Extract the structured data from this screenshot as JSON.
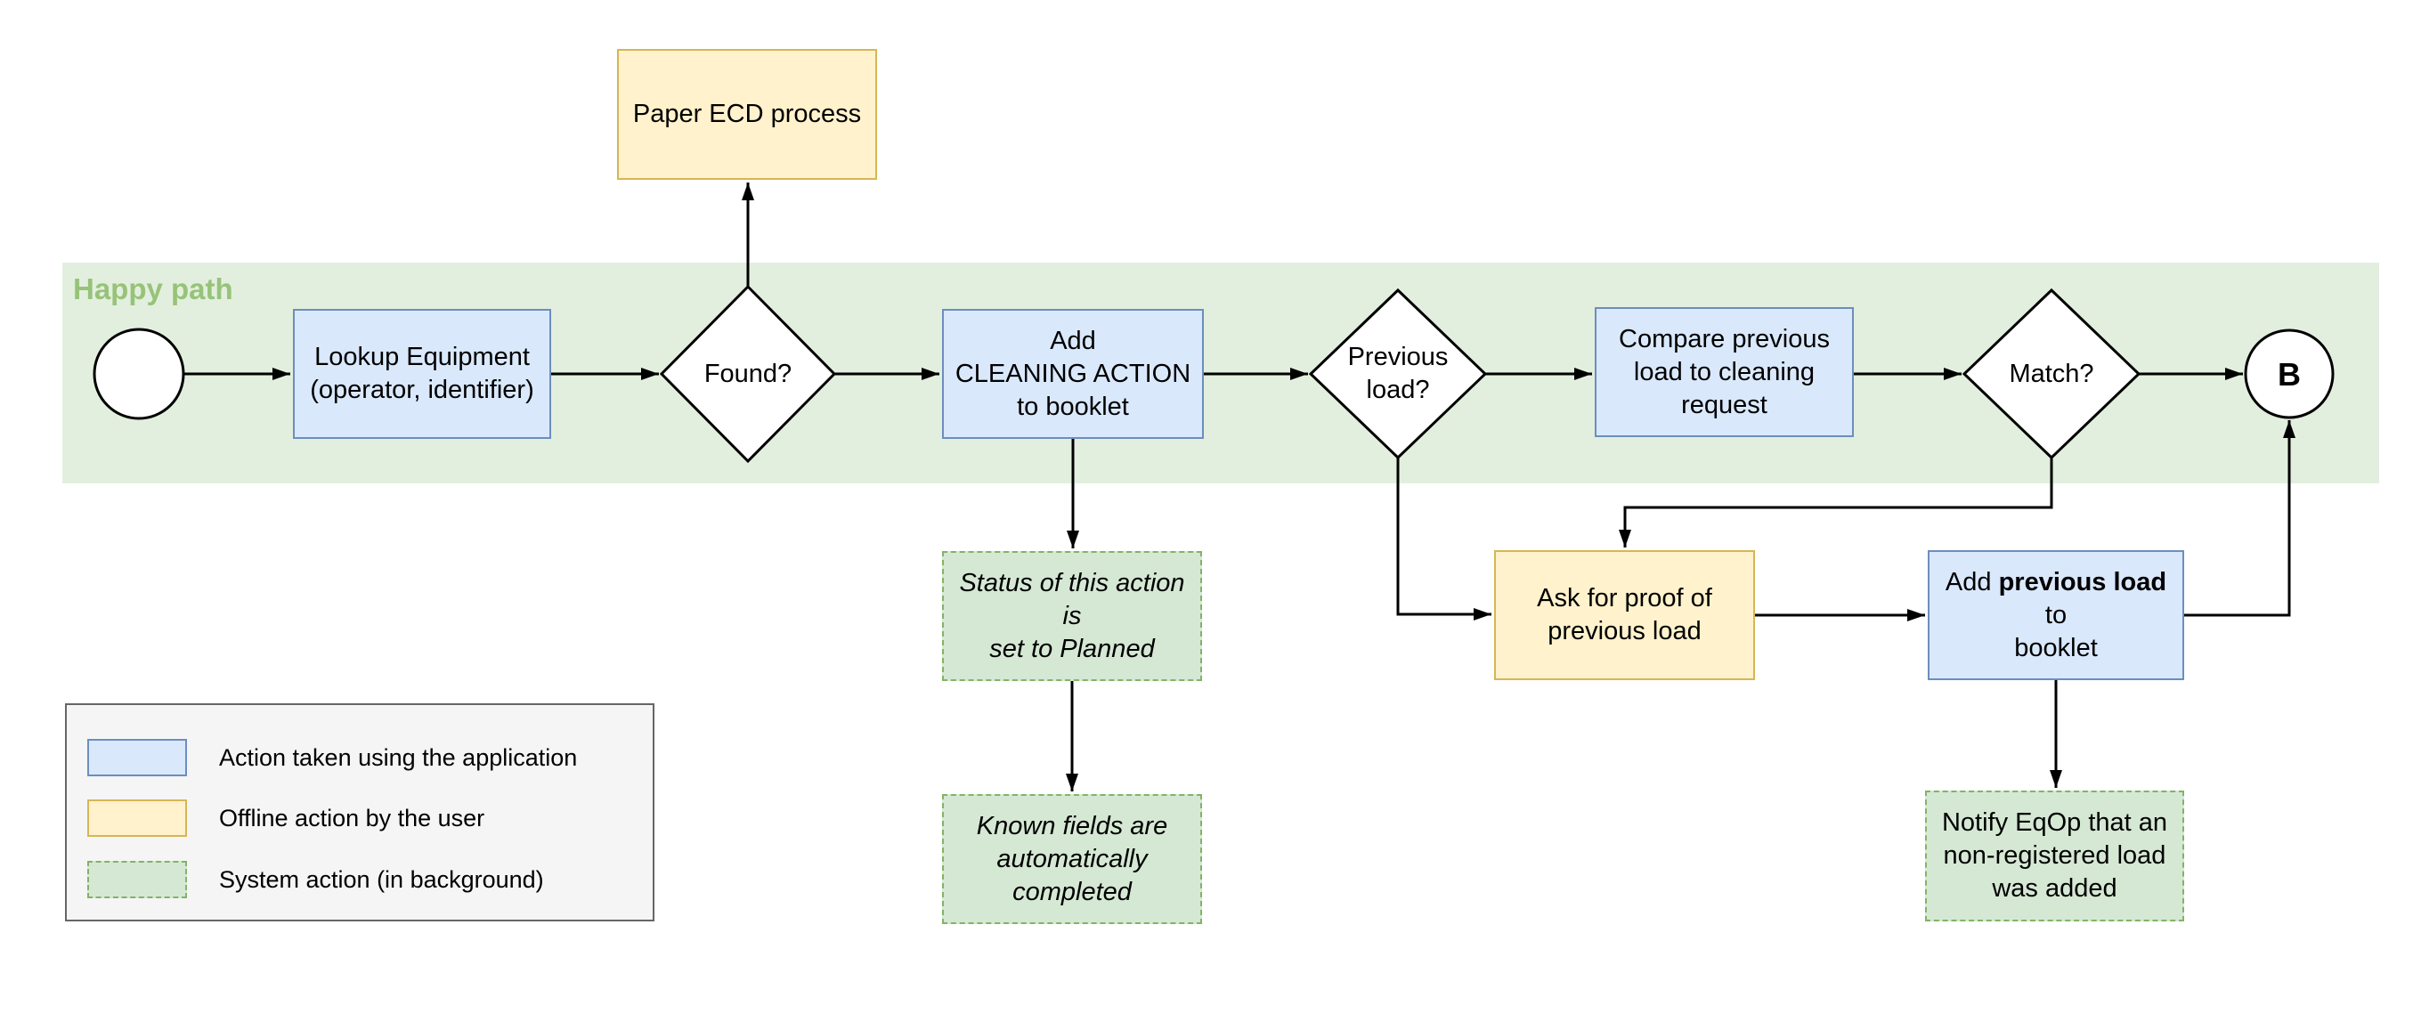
{
  "happy_path": {
    "label": "Happy path"
  },
  "nodes": {
    "start": {
      "label": ""
    },
    "lookup": {
      "label": "Lookup Equipment\n(operator, identifier)"
    },
    "found": {
      "label": "Found?"
    },
    "paper_ecd": {
      "label": "Paper ECD process"
    },
    "add_cleaning": {
      "label": "Add\nCLEANING ACTION\nto booklet"
    },
    "previous_load": {
      "label": "Previous\nload?"
    },
    "compare": {
      "label": "Compare previous\nload to cleaning\nrequest"
    },
    "match": {
      "label": "Match?"
    },
    "end_b": {
      "label": "B"
    },
    "status_planned": {
      "label": "Status of this action is\nset to Planned"
    },
    "known_fields": {
      "label": "Known fields are\nautomatically\ncompleted"
    },
    "ask_proof": {
      "label": "Ask for proof of\nprevious load"
    },
    "add_previous": {
      "parts": [
        "Add ",
        "previous load",
        " to\nbooklet"
      ]
    },
    "notify_eqop": {
      "label": "Notify EqOp that an\nnon-registered load\nwas added"
    }
  },
  "legend": {
    "items": [
      {
        "type": "blue",
        "label": "Action taken using the application"
      },
      {
        "type": "yellow",
        "label": "Offline action by the user"
      },
      {
        "type": "green",
        "label": "System action (in background)"
      }
    ]
  },
  "colors": {
    "blue_fill": "#dae8fc",
    "blue_stroke": "#6c8ebf",
    "yellow_fill": "#fff2cc",
    "yellow_stroke": "#d6b656",
    "green_fill": "#d5e8d4",
    "green_stroke": "#82b366",
    "band_fill": "#e2efde",
    "happy_label": "#97c379",
    "legend_bg": "#f5f5f5",
    "legend_border": "#666666",
    "line_color": "#000000"
  }
}
